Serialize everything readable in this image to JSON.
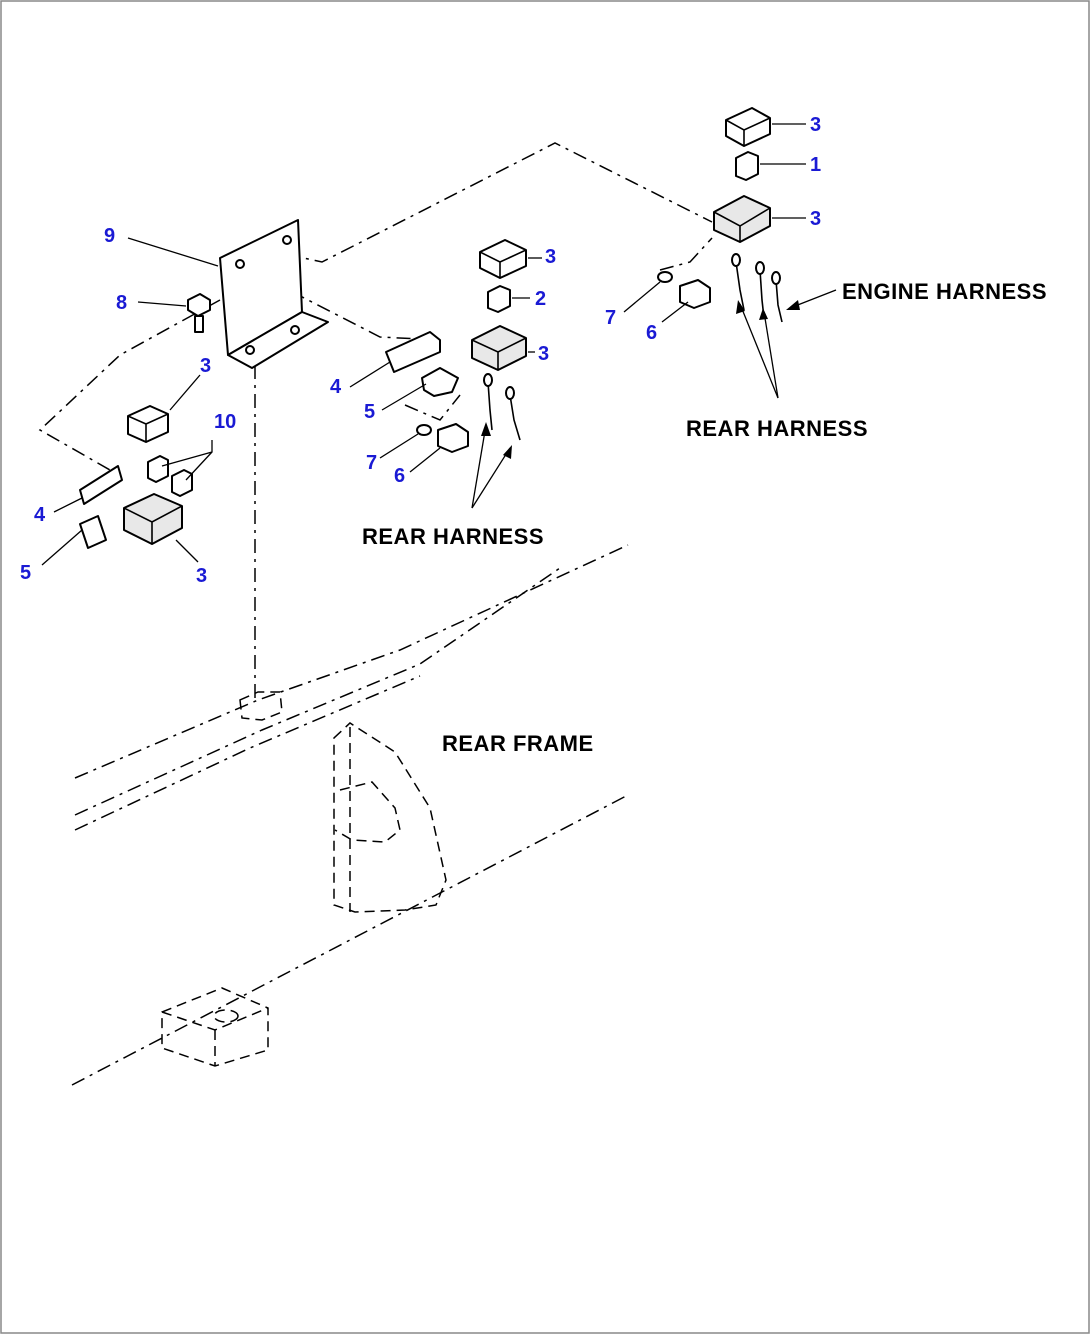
{
  "colors": {
    "callout": "#1a1ad4",
    "line": "#000000",
    "background": "#ffffff"
  },
  "callouts": {
    "c3_top": "3",
    "c1": "1",
    "c3_mid_right": "3",
    "c3_center_top": "3",
    "c2": "2",
    "c3_center": "3",
    "c7_right": "7",
    "c6_right": "6",
    "c9": "9",
    "c8": "8",
    "c3_left_top": "3",
    "c10": "10",
    "c4_center": "4",
    "c5_center": "5",
    "c7_center": "7",
    "c6_center": "6",
    "c4_left": "4",
    "c5_left": "5",
    "c3_left_bottom": "3"
  },
  "labels": {
    "engine_harness": "ENGINE HARNESS",
    "rear_harness_right": "REAR HARNESS",
    "rear_harness_center": "REAR HARNESS",
    "rear_frame": "REAR FRAME"
  }
}
